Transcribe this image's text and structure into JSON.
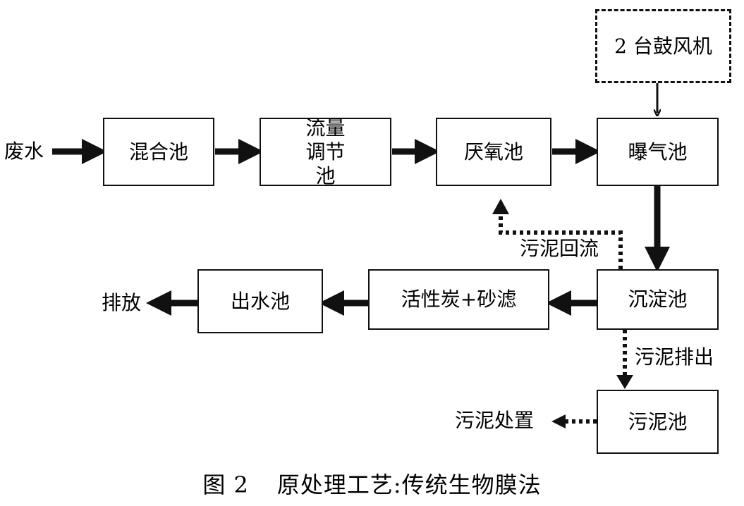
{
  "nodes": {
    "blower": "2 台鼓风机",
    "mixing": "混合池",
    "equalization": "流量调节池",
    "anaerobic": "厌氧池",
    "aeration": "曝气池",
    "sedimentation": "沉淀池",
    "filter": "活性炭+砂滤",
    "effluent": "出水池",
    "sludge_tank": "污泥池"
  },
  "labels": {
    "wastewater": "废水",
    "discharge": "排放",
    "sludge_return": "污泥回流",
    "sludge_out": "污泥排出",
    "sludge_disposal": "污泥处置"
  },
  "caption": {
    "figure": "图 2",
    "title": "原处理工艺:传统生物膜法"
  }
}
